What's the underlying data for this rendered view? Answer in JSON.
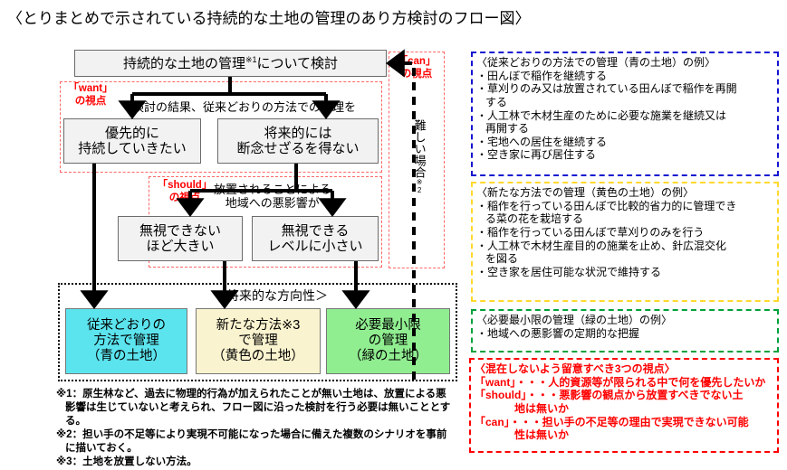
{
  "title": "〈とりまとめで示されている持続的な土地の管理のあり方検討のフロー図〉",
  "flow": {
    "start_box": {
      "text_before": "持続的な土地の管理",
      "note_marker": "※1",
      "text_after": "について検討"
    },
    "want_viewpoint_label_line1": "「want」",
    "want_viewpoint_label_line2": "の視点",
    "should_viewpoint_label_line1": "「should」",
    "should_viewpoint_label_line2": "の視点",
    "can_viewpoint_label_line1": "「can」",
    "can_viewpoint_label_line2": "の視点",
    "can_vertical_text": "難しい場合",
    "can_vertical_note": "※2",
    "want_question": "検討の結果、従来どおりの方法での管理を",
    "want_option_a_line1": "優先的に",
    "want_option_a_line2": "持続していきたい",
    "want_option_b_line1": "将来的には",
    "want_option_b_line2": "断念せざるを得ない",
    "should_question_line1": "放置されることによる",
    "should_question_line2": "地域への悪影響が",
    "should_option_a_line1": "無視できない",
    "should_option_a_line2": "ほど大きい",
    "should_option_b_line1": "無視できる",
    "should_option_b_line2": "レベルに小さい",
    "outcome_heading": "＜将来的な方向性＞",
    "outcomes": [
      {
        "line1": "従来どおりの",
        "line2": "方法で管理",
        "line3": "（青の土地）",
        "color": "#5ce4ee"
      },
      {
        "line1": "新たな方法",
        "note_marker": "※3",
        "line2": "で管理",
        "line3": "（黄色の土地）",
        "color": "#faf3cf"
      },
      {
        "line1": "必要最小限",
        "line2": "の管理",
        "line3": "（緑の土地）",
        "color": "#90ee90"
      }
    ]
  },
  "footnotes": [
    {
      "first": "※1：原生林など、過去に物理的行為が加えられたことが無い土地は、放置による悪",
      "cont": "影響は生じていないと考えられ、フロー図に沿った検討を行う必要は無いこととする。"
    },
    {
      "first": "※2：担い手の不足等により実現不可能になった場合に備えた複数のシナリオを事前",
      "cont": "に描いておく。"
    },
    {
      "first": "※3：土地を放置しない方法。",
      "cont": ""
    }
  ],
  "panels": {
    "blue": {
      "heading": "〈従来どおりの方法での管理（青の土地）の例〉",
      "items": [
        {
          "first": "・田んぼで稲作を継続する",
          "cont": ""
        },
        {
          "first": "・草刈りのみ又は放置されている田んぼで稲作を再開",
          "cont": "する"
        },
        {
          "first": "・人工林で木材生産のために必要な施業を継続又は",
          "cont": "再開する"
        },
        {
          "first": "・宅地への居住を継続する",
          "cont": ""
        },
        {
          "first": "・空き家に再び居住する",
          "cont": ""
        }
      ],
      "border_color": "#1515d0"
    },
    "yellow": {
      "heading": "〈新たな方法での管理（黄色の土地）の例〉",
      "items": [
        {
          "first": "・稲作を行っている田んぼで比較的省力的に管理でき",
          "cont": "る菜の花を栽培する"
        },
        {
          "first": "・稲作を行っている田んぼで草刈りのみを行う",
          "cont": ""
        },
        {
          "first": "・人工林で木材生産目的の施業を止め、針広混交化",
          "cont": "を図る"
        },
        {
          "first": "・空き家を居住可能な状況で維持する",
          "cont": ""
        }
      ],
      "border_color": "#ffd92e"
    },
    "green": {
      "heading": "〈必要最小限の管理（緑の土地）の例〉",
      "items": [
        {
          "first": "・地域への悪影響の定期的な把握",
          "cont": ""
        }
      ],
      "border_color": "#00a03c"
    },
    "red": {
      "heading": "〈混在しないよう留意すべき3つの視点〉",
      "items": [
        {
          "first": "「want」・・・人的資源等が限られる中で何を優先したいか",
          "cont": ""
        },
        {
          "first": "「should」・・・悪影響の観点から放置すべきでない土",
          "cont": "地は無いか"
        },
        {
          "first": "「can」・・・担い手の不足等の理由で実現できない可能",
          "cont": "性は無いか"
        }
      ],
      "border_color": "#ff0000"
    }
  }
}
